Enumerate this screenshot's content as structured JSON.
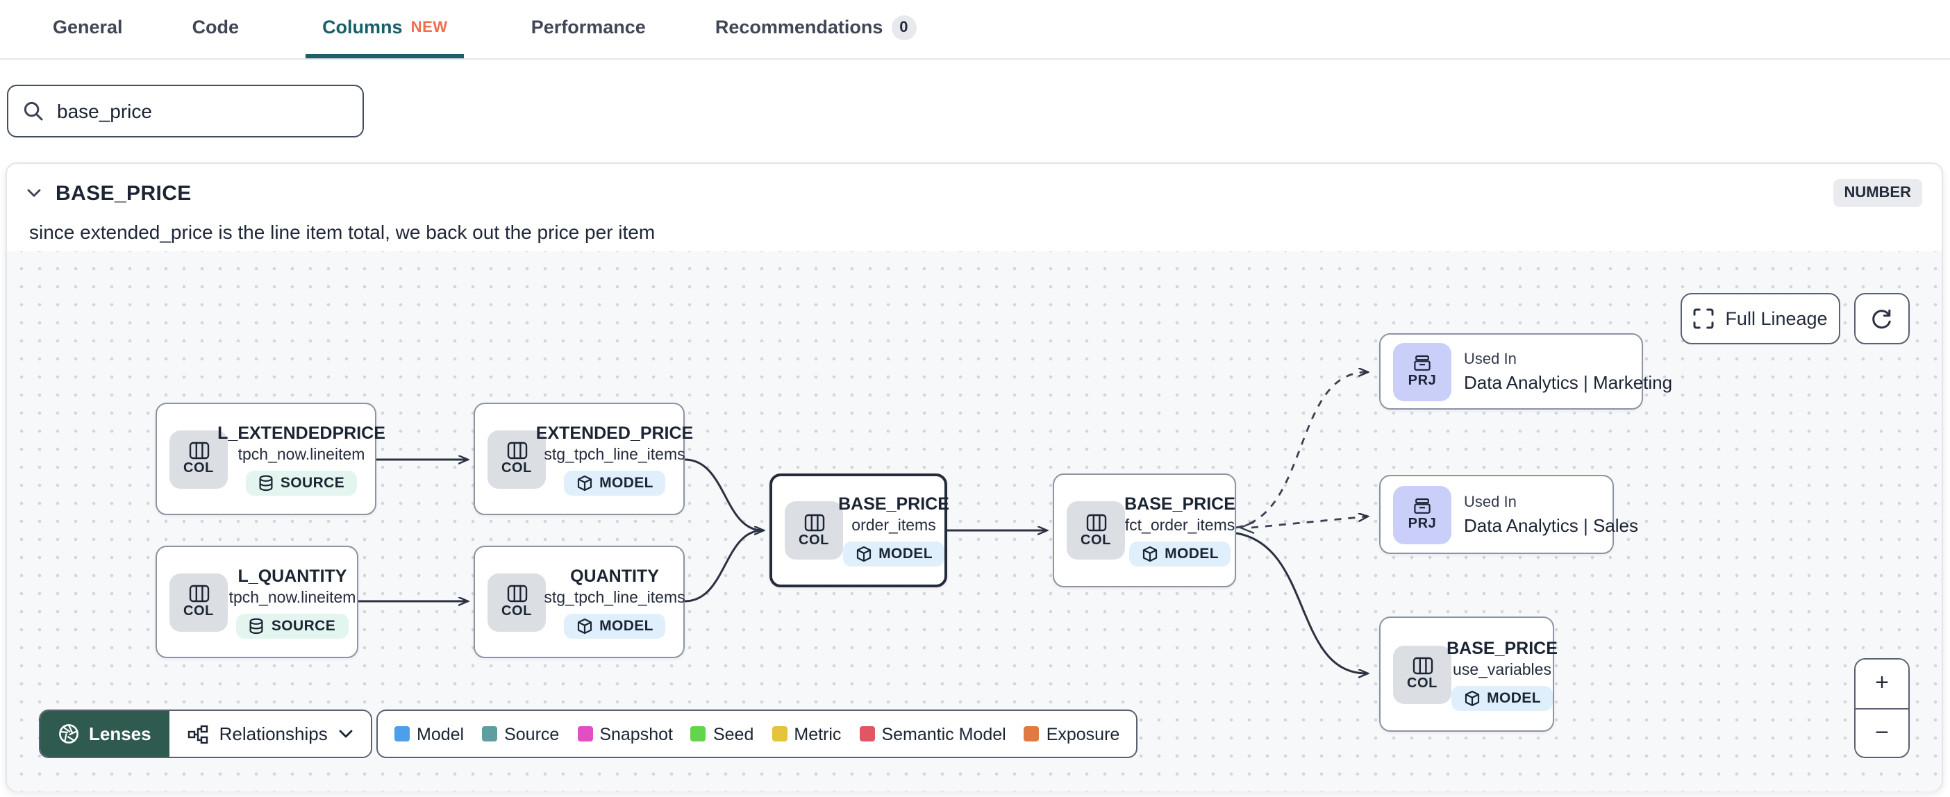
{
  "tabs": {
    "items": [
      {
        "label": "General"
      },
      {
        "label": "Code"
      },
      {
        "label": "Columns",
        "badge": "NEW"
      },
      {
        "label": "Performance"
      },
      {
        "label": "Recommendations",
        "count": "0"
      }
    ]
  },
  "search": {
    "value": "base_price"
  },
  "column_panel": {
    "name": "BASE_PRICE",
    "data_type": "NUMBER",
    "description": "since extended_price is the line item total, we back out the price per item"
  },
  "graph": {
    "controls": {
      "full_lineage_label": "Full Lineage",
      "zoom_in": "+",
      "zoom_out": "−"
    },
    "toolbar": {
      "lenses_label": "Lenses",
      "relationships_label": "Relationships"
    },
    "badges": {
      "column": "COL",
      "project": "PRJ",
      "source": "SOURCE",
      "model": "MODEL",
      "used_in": "Used In"
    },
    "legend": {
      "items": [
        {
          "label": "Model",
          "color": "#4D9FE9"
        },
        {
          "label": "Source",
          "color": "#5E9EA0"
        },
        {
          "label": "Snapshot",
          "color": "#E14FC2"
        },
        {
          "label": "Seed",
          "color": "#63D54B"
        },
        {
          "label": "Metric",
          "color": "#E5C33D"
        },
        {
          "label": "Semantic Model",
          "color": "#E25563"
        },
        {
          "label": "Exposure",
          "color": "#E07A42"
        }
      ]
    },
    "nodes": [
      {
        "title": "L_EXTENDEDPRICE",
        "subtitle": "tpch_now.lineitem",
        "kind": "SOURCE"
      },
      {
        "title": "EXTENDED_PRICE",
        "subtitle": "stg_tpch_line_items",
        "kind": "MODEL"
      },
      {
        "title": "L_QUANTITY",
        "subtitle": "tpch_now.lineitem",
        "kind": "SOURCE"
      },
      {
        "title": "QUANTITY",
        "subtitle": "stg_tpch_line_items",
        "kind": "MODEL"
      },
      {
        "title": "BASE_PRICE",
        "subtitle": "order_items",
        "kind": "MODEL",
        "selected": true
      },
      {
        "title": "BASE_PRICE",
        "subtitle": "fct_order_items",
        "kind": "MODEL"
      },
      {
        "label": "Used In",
        "title": "Data Analytics | Marketing",
        "kind": "PROJECT"
      },
      {
        "label": "Used In",
        "title": "Data Analytics | Sales",
        "kind": "PROJECT"
      },
      {
        "title": "BASE_PRICE",
        "subtitle": "use_variables",
        "kind": "MODEL"
      }
    ]
  }
}
